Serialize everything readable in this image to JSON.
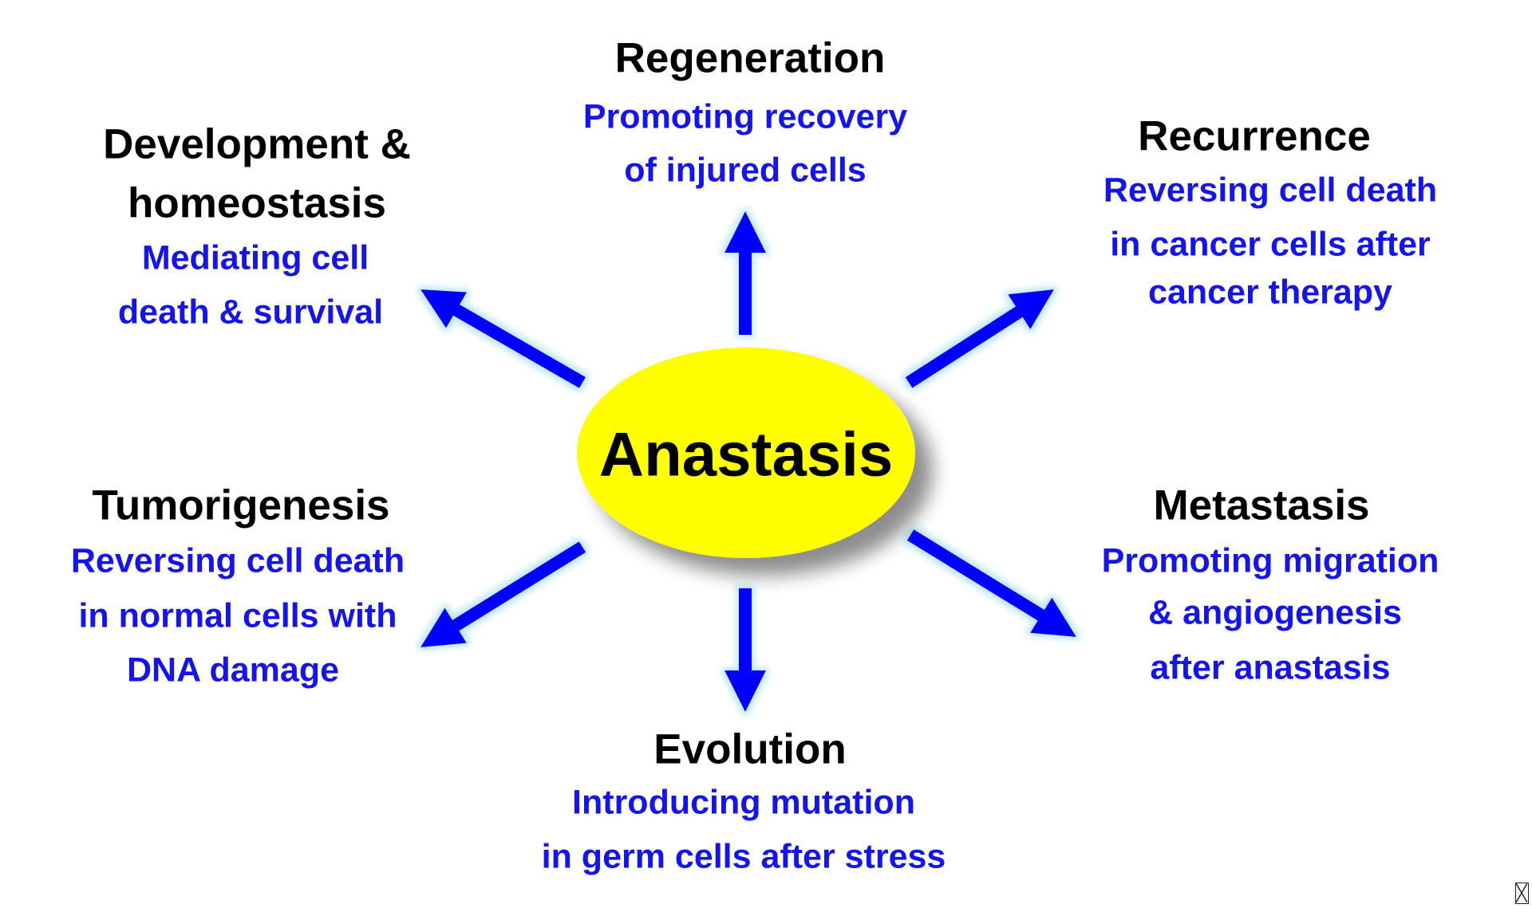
{
  "center": {
    "label": "Anastasis",
    "fill": "#ffff00"
  },
  "arrow_color": "#0000ff",
  "nodes": {
    "regeneration": {
      "title": [
        "Regeneration"
      ],
      "desc": [
        "Promoting recovery",
        "of injured cells"
      ]
    },
    "development": {
      "title": [
        "Development &",
        "homeostasis"
      ],
      "desc": [
        "Mediating cell",
        "death & survival"
      ]
    },
    "recurrence": {
      "title": [
        "Recurrence"
      ],
      "desc": [
        "Reversing cell death",
        "in cancer cells after",
        "cancer therapy"
      ]
    },
    "tumorigenesis": {
      "title": [
        "Tumorigenesis"
      ],
      "desc": [
        "Reversing cell death",
        "in normal cells with",
        "DNA damage"
      ]
    },
    "metastasis": {
      "title": [
        "Metastasis"
      ],
      "desc": [
        "Promoting migration",
        "& angiogenesis",
        "after anastasis"
      ]
    },
    "evolution": {
      "title": [
        "Evolution"
      ],
      "desc": [
        "Introducing mutation",
        "in germ cells after stress"
      ]
    }
  }
}
